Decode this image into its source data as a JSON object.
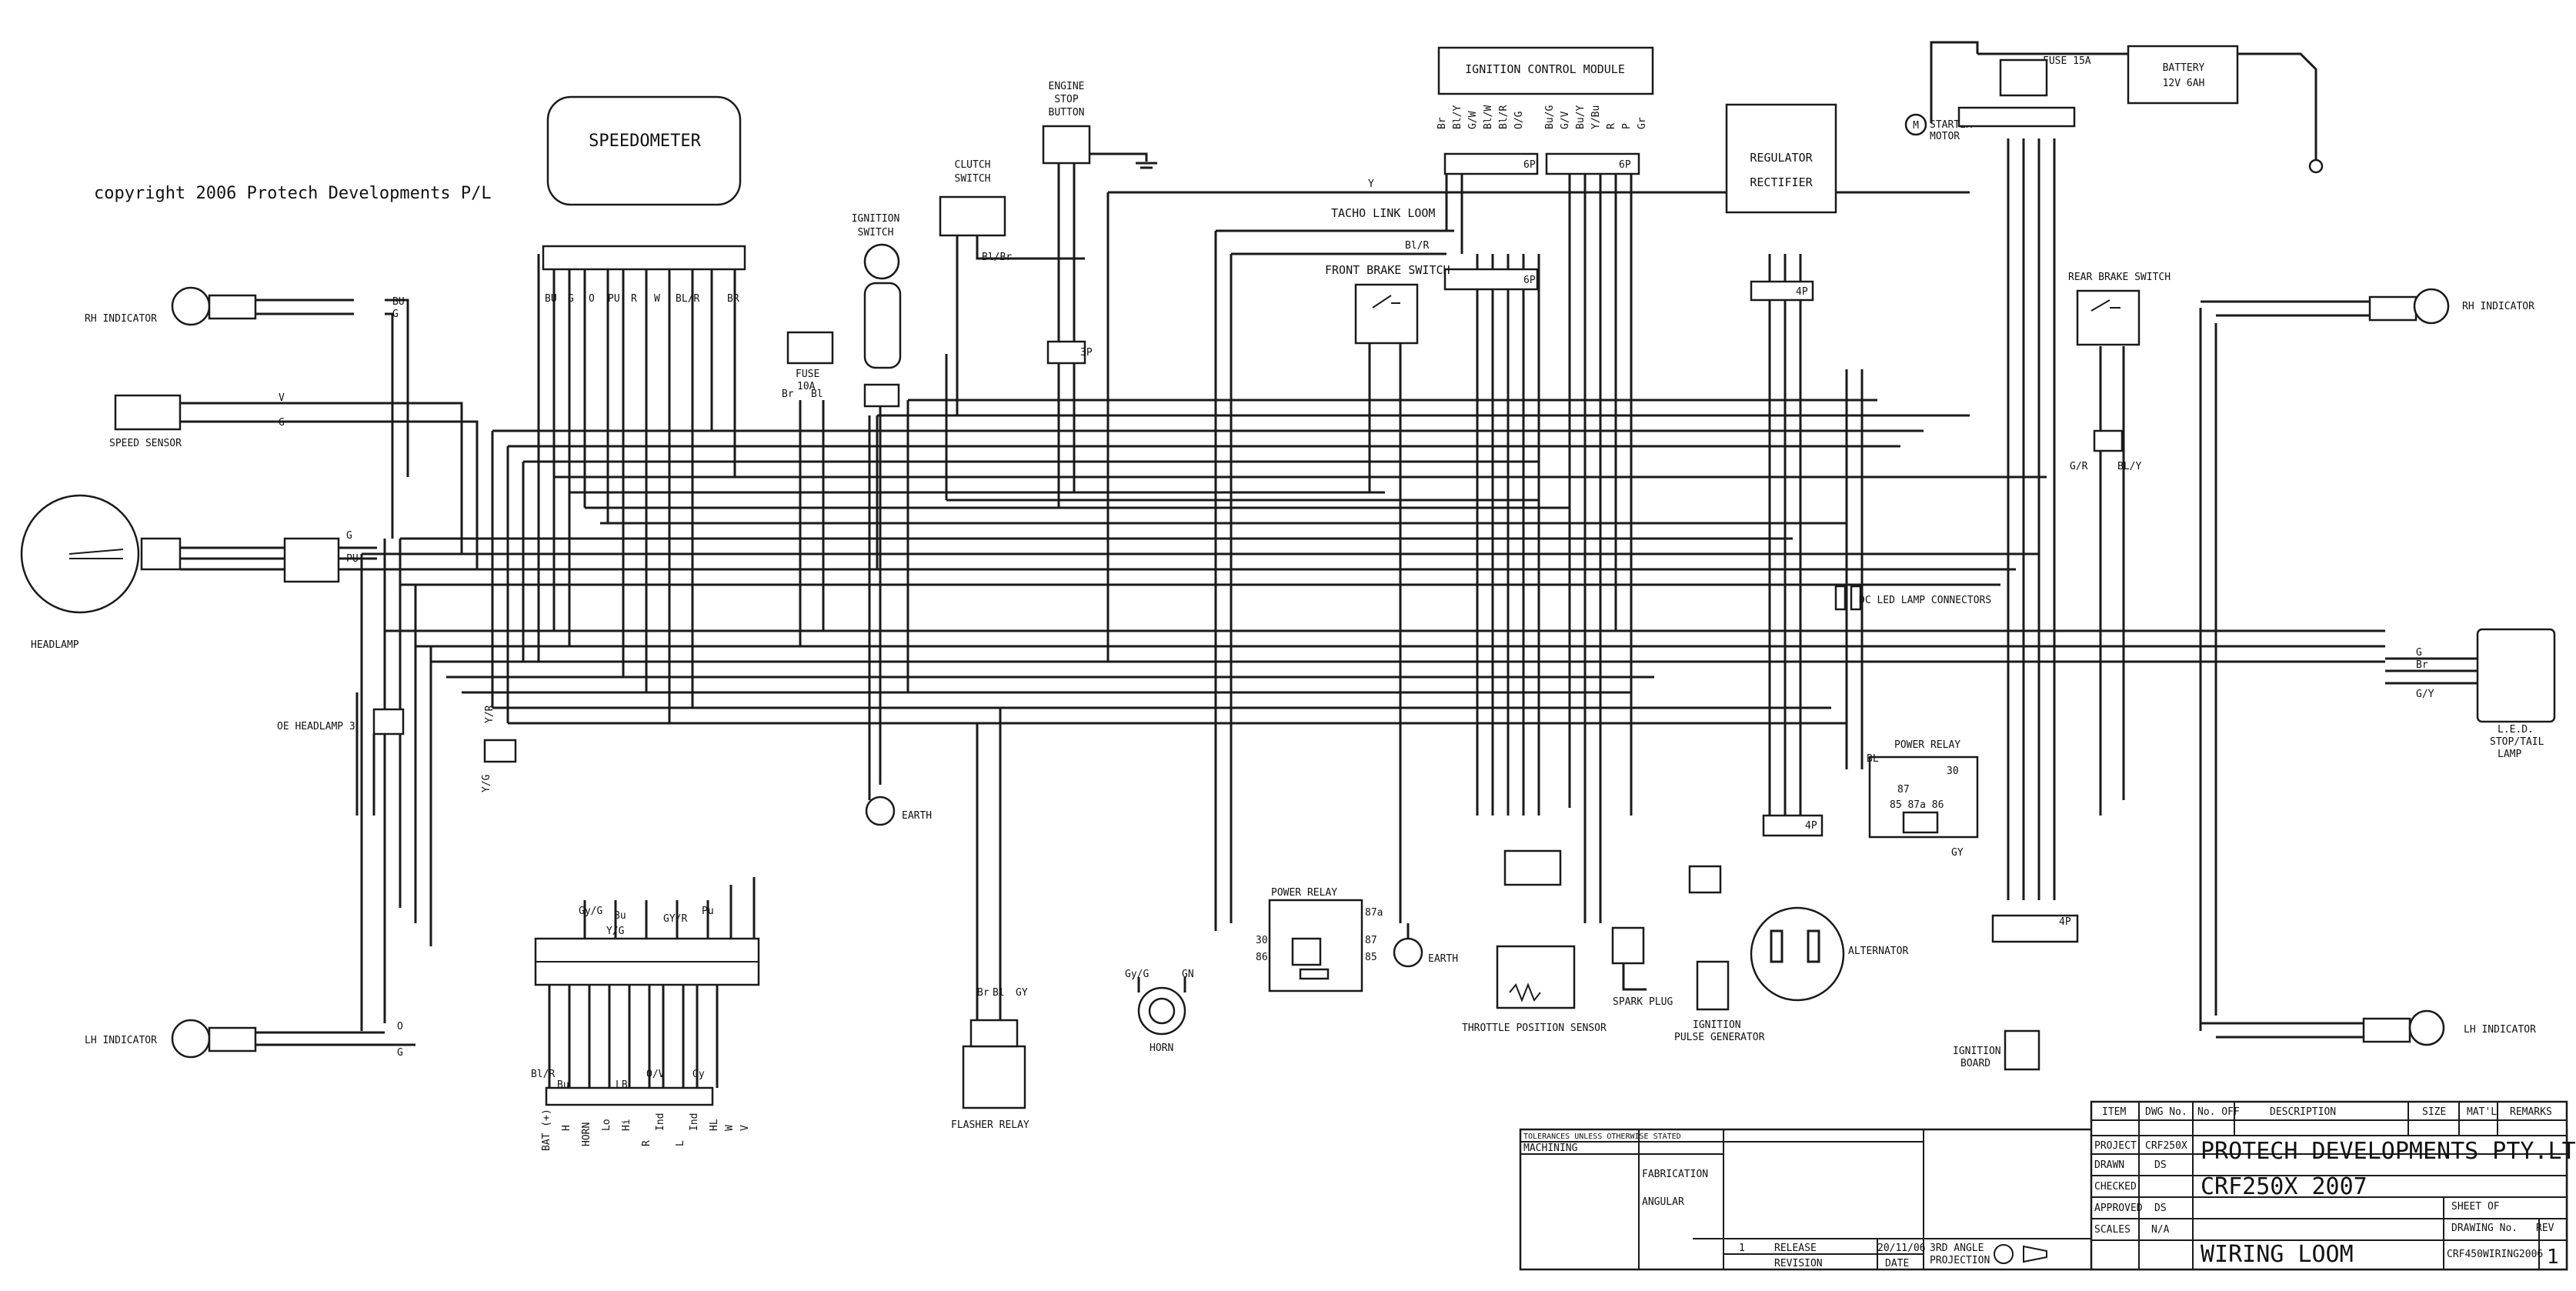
{
  "copyright": "copyright 2006 Protech Developments P/L",
  "components": {
    "speedometer": "SPEEDOMETER",
    "ignition_module": "IGNITION CONTROL MODULE",
    "regulator": "REGULATOR",
    "rectifier": "RECTIFIER",
    "engine_stop_1": "ENGINE",
    "engine_stop_2": "STOP",
    "engine_stop_3": "BUTTON",
    "clutch_1": "CLUTCH",
    "clutch_2": "SWITCH",
    "ign_switch_1": "IGNITION",
    "ign_switch_2": "SWITCH",
    "fuse_10a_1": "FUSE",
    "fuse_10a_2": "10A",
    "tacho_link": "TACHO LINK LOOM",
    "front_brake": "FRONT BRAKE SWITCH",
    "fuse_15a": "FUSE 15A",
    "battery_1": "BATTERY",
    "battery_2": "12V 6AH",
    "starter_1": "STARTER",
    "starter_2": "MOTOR",
    "rear_brake": "REAR BRAKE SWITCH",
    "rh_indicator_left": "RH INDICATOR",
    "rh_indicator_right": "RH INDICATOR",
    "speed_sensor": "SPEED SENSOR",
    "headlamp": "HEADLAMP",
    "oe_headlamp": "OE HEADLAMP 3",
    "earth": "EARTH",
    "earth2": "EARTH",
    "dc_led": "DC LED LAMP CONNECTORS",
    "power_relay_right": "POWER RELAY",
    "power_relay_left": "POWER RELAY",
    "led_stop_1": "L.E.D.",
    "led_stop_2": "STOP/TAIL",
    "led_stop_3": "LAMP",
    "alternator": "ALTERNATOR",
    "lh_indicator_left": "LH INDICATOR",
    "lh_indicator_right": "LH INDICATOR",
    "throttle": "THROTTLE POSITION SENSOR",
    "pulse_1": "IGNITION",
    "pulse_2": "PULSE GENERATOR",
    "spark_plug": "SPARK PLUG",
    "ign_board_1": "IGNITION",
    "ign_board_2": "BOARD",
    "flasher": "FLASHER RELAY",
    "horn": "HORN"
  },
  "relay_pins": {
    "p87a": "87a",
    "p30": "30",
    "p87": "87",
    "p86": "86",
    "p85": "85",
    "right_30": "30",
    "right_87": "87",
    "right_row": "85 87a 86",
    "right_gy": "GY",
    "right_bl": "BL"
  },
  "wire_labels": {
    "bu": "BU",
    "g": "G",
    "v": "V",
    "pu": "PU",
    "y": "Y",
    "blr": "Bl/R",
    "blbr": "Bl/Br",
    "yg": "Y/G",
    "yr": "Y/R",
    "gy": "GY",
    "gyg": "Gy/G",
    "gn": "GN",
    "br": "Br",
    "bl": "Bl",
    "ybu": "Bu/Y",
    "gr": "Gr",
    "g_y": "G/Y",
    "g_r": "G/R",
    "o": "O",
    "bly": "BL/Y",
    "r": "R",
    "w": "W"
  },
  "speedo_pins": [
    "BU",
    "G",
    "O",
    "PU",
    "R",
    "W",
    "BL/R",
    "BR"
  ],
  "icm_pins": [
    "Br",
    "Bl/Y",
    "G/W",
    "Bl/W",
    "Bl/R",
    "O/G",
    "Bu/G",
    "G/V",
    "Bu/Y",
    "Y/Bu",
    "R",
    "P",
    "Gr"
  ],
  "connector_labels": {
    "six_p_a": "6P",
    "six_p_b": "6P",
    "six_p_c": "6P",
    "four_p_a": "4P",
    "four_p_b": "4P",
    "four_p_c": "4P",
    "three_p": "3P"
  },
  "bottom_pins": [
    "BAT (+)",
    "H",
    "HORN",
    "Lo",
    "Hi",
    "R",
    "Ind",
    "L",
    "Ind",
    "HL",
    "W",
    "V"
  ],
  "lower_tags": [
    "Gy/G",
    "Bu",
    "Y/G",
    "GY/R",
    "Pu",
    "Bl/R",
    "Bu",
    "LB",
    "O/V",
    "Gy"
  ],
  "title_block": {
    "company": "PROTECH DEVELOPMENTS PTY.LTD.",
    "model": "CRF250X 2007",
    "drawing": "WIRING LOOM",
    "drawing_no": "CRF450WIRING2006",
    "rev": "1",
    "item": "ITEM",
    "dwg_no": "DWG No.",
    "no_off": "No. OFF",
    "description": "DESCRIPTION",
    "size": "SIZE",
    "matl": "MAT'L",
    "remarks": "REMARKS",
    "project": "PROJECT",
    "project_val": "CRF250X",
    "drawn": "DRAWN",
    "drawn_val": "DS",
    "checked": "CHECKED",
    "approved": "APPROVED",
    "approved_val": "DS",
    "scales": "SCALES",
    "scales_val": "N/A",
    "sheet": "SHEET   OF",
    "drawing_no_lbl": "DRAWING No.",
    "rev_lbl": "REV",
    "release": "RELEASE",
    "date": "20/11/06",
    "revision": "REVISION",
    "date_lbl": "DATE",
    "projection_1": "3RD ANGLE",
    "projection_2": "PROJECTION",
    "tolerances": "TOLERANCES UNLESS OTHERWISE STATED",
    "machining": "MACHINING",
    "fabrication": "FABRICATION",
    "angular": "ANGULAR",
    "rev_no": "1"
  }
}
